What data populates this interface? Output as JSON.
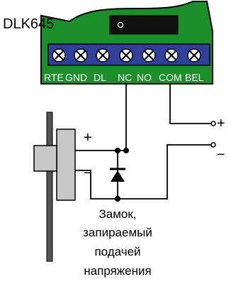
{
  "device": {
    "name": "DLK645",
    "terminals": [
      "RTE",
      "GND",
      "DL",
      "NC",
      "NO",
      "COM",
      "BEL"
    ]
  },
  "lock": {
    "plus_label": "+",
    "minus_label": "−",
    "caption_lines": [
      "Замок,",
      "запираемый",
      "подачей",
      "напряжения"
    ]
  },
  "power": {
    "plus_label": "+",
    "minus_label": "−"
  },
  "colors": {
    "board_green": "#1a8f2a",
    "terminal_blue": "#2f3f9a",
    "connector_black": "#111111"
  }
}
